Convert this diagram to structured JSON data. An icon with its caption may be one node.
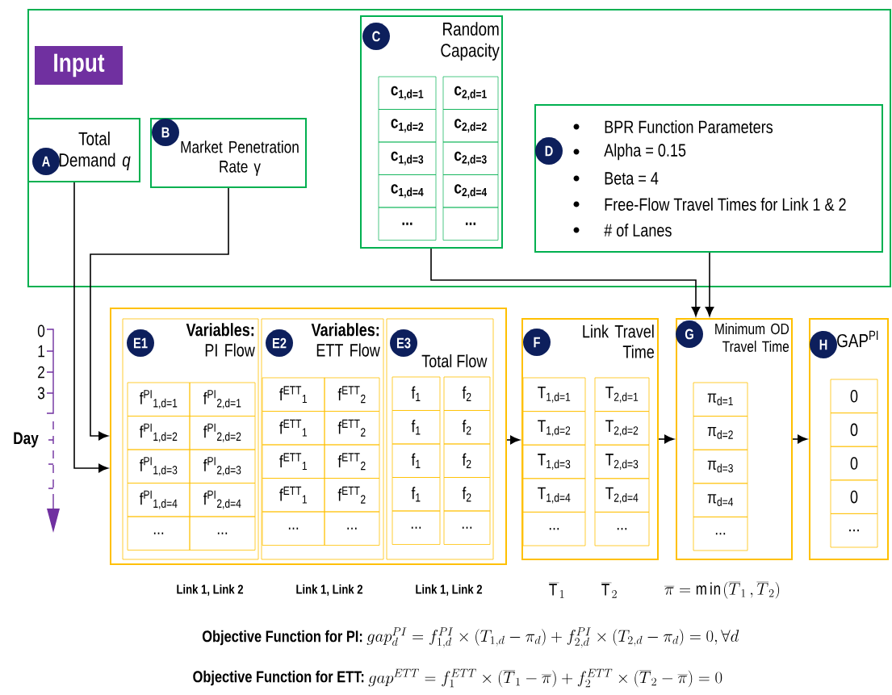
{
  "diagram": {
    "nodes": [
      {
        "text": [
          "Input"
        ]
      },
      {
        "text": [
          "A",
          "Total Demand *q*"
        ],
        "in": 0
      },
      {
        "text": [
          "B",
          "Market Penetration Rate γ"
        ],
        "in": 0
      },
      {
        "text": [
          "C",
          "Random Capacity"
        ],
        "in": 0
      },
      {
        "text": [
          "c$_{1,d=1}$"
        ],
        "in": 3
      },
      {
        "text": [
          "c$_{2,d=1}$"
        ],
        "in": 3
      },
      {
        "text": [
          "c$_{1,d=2}$"
        ],
        "in": 3
      },
      {
        "text": [
          "c$_{2,d=2}$"
        ],
        "in": 3
      },
      {
        "text": [
          "c$_{1,d=3}$"
        ],
        "in": 3
      },
      {
        "text": [
          "c$_{2,d=3}$"
        ],
        "in": 3
      },
      {
        "text": [
          "c$_{1,d=4}$"
        ],
        "in": 3
      },
      {
        "text": [
          "c$_{2,d=4}$"
        ],
        "in": 3
      },
      {
        "text": [
          "..."
        ],
        "in": 3
      },
      {
        "text": [
          "..."
        ],
        "in": 3
      },
      {
        "text": [
          "D",
          "BPR Function Parameters",
          "Alpha = 0.15",
          "Beta = 4",
          "Free-Flow Travel Times for Link 1 & 2",
          "# of Lanes"
        ],
        "in": 0
      },
      {
        "text": [],
        "shape": "box"
      },
      {
        "text": [
          "E1",
          "**Variables:** PI Flow"
        ],
        "in": 15
      },
      {
        "text": [
          "f$^{PI}$$_{1,d=1}$"
        ],
        "in": 16
      },
      {
        "text": [
          "f$^{PI}$$_{2,d=1}$"
        ],
        "in": 16
      },
      {
        "text": [
          "f$^{PI}$$_{1,d=2}$"
        ],
        "in": 16
      },
      {
        "text": [
          "f$^{PI}$$_{2,d=2}$"
        ],
        "in": 16
      },
      {
        "text": [
          "f$^{PI}$$_{1,d=3}$"
        ],
        "in": 16
      },
      {
        "text": [
          "f$^{PI}$$_{2,d=3}$"
        ],
        "in": 16
      },
      {
        "text": [
          "f$^{PI}$$_{1,d=4}$"
        ],
        "in": 16
      },
      {
        "text": [
          "f$^{PI}$$_{2,d=4}$"
        ],
        "in": 16
      },
      {
        "text": [
          "..."
        ],
        "in": 16
      },
      {
        "text": [
          "..."
        ],
        "in": 16
      },
      {
        "text": [
          "E2",
          "**Variables:** ETT Flow"
        ],
        "in": 15
      },
      {
        "text": [
          "f$^{ETT}$$_{1}$"
        ],
        "in": 27
      },
      {
        "text": [
          "f$^{ETT}$$_{2}$"
        ],
        "in": 27
      },
      {
        "text": [
          "f$^{ETT}$$_{1}$"
        ],
        "in": 27
      },
      {
        "text": [
          "f$^{ETT}$$_{2}$"
        ],
        "in": 27
      },
      {
        "text": [
          "f$^{ETT}$$_{1}$"
        ],
        "in": 27
      },
      {
        "text": [
          "f$^{ETT}$$_{2}$"
        ],
        "in": 27
      },
      {
        "text": [
          "f$^{ETT}$$_{1}$"
        ],
        "in": 27
      },
      {
        "text": [
          "f$^{ETT}$$_{2}$"
        ],
        "in": 27
      },
      {
        "text": [
          "..."
        ],
        "in": 27
      },
      {
        "text": [
          "..."
        ],
        "in": 27
      },
      {
        "text": [
          "E3",
          "Total Flow"
        ],
        "in": 15
      },
      {
        "text": [
          "f$_{1}$"
        ],
        "in": 38
      },
      {
        "text": [
          "f$_{2}$"
        ],
        "in": 38
      },
      {
        "text": [
          "f$_{1}$"
        ],
        "in": 38
      },
      {
        "text": [
          "f$_{2}$"
        ],
        "in": 38
      },
      {
        "text": [
          "f$_{1}$"
        ],
        "in": 38
      },
      {
        "text": [
          "f$_{2}$"
        ],
        "in": 38
      },
      {
        "text": [
          "f$_{1}$"
        ],
        "in": 38
      },
      {
        "text": [
          "f$_{2}$"
        ],
        "in": 38
      },
      {
        "text": [
          "..."
        ],
        "in": 38
      },
      {
        "text": [
          "..."
        ],
        "in": 38
      },
      {
        "text": [
          "F",
          "Link Travel Time"
        ]
      },
      {
        "text": [
          "T$_{1,d=1}$"
        ],
        "in": 49
      },
      {
        "text": [
          "T$_{2,d=1}$"
        ],
        "in": 49
      },
      {
        "text": [
          "T$_{1,d=2}$"
        ],
        "in": 49
      },
      {
        "text": [
          "T$_{2,d=2}$"
        ],
        "in": 49
      },
      {
        "text": [
          "T$_{1,d=3}$"
        ],
        "in": 49
      },
      {
        "text": [
          "T$_{2,d=3}$"
        ],
        "in": 49
      },
      {
        "text": [
          "T$_{1,d=4}$"
        ],
        "in": 49
      },
      {
        "text": [
          "T$_{2,d=4}$"
        ],
        "in": 49
      },
      {
        "text": [
          "..."
        ],
        "in": 49
      },
      {
        "text": [
          "..."
        ],
        "in": 49
      },
      {
        "text": [
          "G",
          "Minimum OD Travel Time"
        ]
      },
      {
        "text": [
          "π$_{d=1}$"
        ],
        "in": 60
      },
      {
        "text": [
          "π$_{d=2}$"
        ],
        "in": 60
      },
      {
        "text": [
          "π$_{d=3}$"
        ],
        "in": 60
      },
      {
        "text": [
          "π$_{d=4}$"
        ],
        "in": 60
      },
      {
        "text": [
          "..."
        ],
        "in": 60
      },
      {
        "text": [
          "H",
          "GAP$^{PI}$"
        ]
      },
      {
        "text": [
          "0"
        ],
        "in": 66
      },
      {
        "text": [
          "0"
        ],
        "in": 66
      },
      {
        "text": [
          "0"
        ],
        "in": 66
      },
      {
        "text": [
          "0"
        ],
        "in": 66
      },
      {
        "text": [
          "..."
        ],
        "in": 66
      }
    ],
    "edges": [
      {
        "from": 1,
        "to": 15,
        "arrow": "to"
      },
      {
        "from": 2,
        "to": 15,
        "arrow": "to"
      },
      {
        "from": 3,
        "to": 60,
        "arrow": "to"
      },
      {
        "from": 14,
        "to": 60,
        "arrow": "to"
      },
      {
        "from": 15,
        "to": 49,
        "arrow": "to"
      },
      {
        "from": 49,
        "to": 60,
        "arrow": "to"
      },
      {
        "from": 60,
        "to": 66,
        "arrow": "to"
      }
    ],
    "labels": [
      "Link 1, Link 2",
      "Link 1, Link 2",
      "Link 1, Link 2",
      "\\overline{\\mathrm{T}}_1",
      "\\overline{\\mathrm{T}}_2",
      "\\overline{\\pi} = \\min(\\overline{T}_1\\, , \\overline{T}_2)",
      "Objective Function for PI:",
      "gap_d^{PI} = f_{1,d}^{PI} \\times (T_{1,d} - \\pi_d) + f_{2,d}^{PI} \\times (T_{2,d} - \\pi_d) = 0, \\forall d",
      "Objective Function for ETT:",
      "gap^{ETT} = f_1^{ETT} \\times (\\overline{T}_1 - \\overline{\\pi}) + f_2^{ETT} \\times (\\overline{T}_2 - \\overline{\\pi}) = 0",
      "0",
      "1",
      "2",
      "3",
      "Day"
    ]
  }
}
